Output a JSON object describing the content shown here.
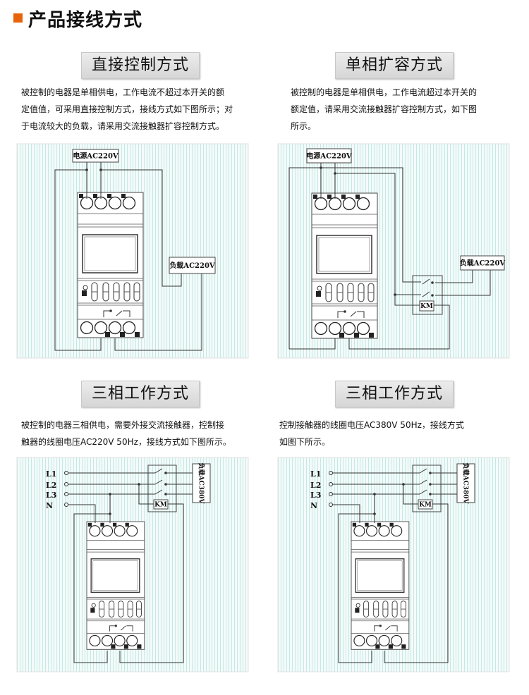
{
  "header": {
    "title": "产品接线方式"
  },
  "sections": [
    {
      "title": "直接控制方式",
      "desc": [
        "被控制的电器是单相供电，工作电流不超过本开关的额",
        "定值值，可采用直接控制方式，接线方式如下图所示；对",
        "于电流较大的负载，请采用交流接触器扩容控制方式。"
      ],
      "diagram": {
        "source": "电源AC220V",
        "load": "负载AC220V"
      }
    },
    {
      "title": "单相扩容方式",
      "desc": [
        "被控制的电器是单相供电，工作电流超过本开关的",
        "额定值，请采用交流接触器扩容控制方式，如下图",
        "所示。"
      ],
      "diagram": {
        "source": "电源AC220V",
        "load": "负载AC220V",
        "contactor": "KM"
      }
    },
    {
      "title": "三相工作方式",
      "desc": [
        "被控制的电器三相供电，需要外接交流接触器，控制接",
        "触器的线圈电压AC220V 50Hz，接线方式如下图所示。"
      ],
      "diagram": {
        "lines": [
          "L1",
          "L2",
          "L3",
          "N"
        ],
        "load": "负载AC380V",
        "contactor": "KM"
      }
    },
    {
      "title": "三相工作方式",
      "desc": [
        "控制接触器的线圈电压AC380V 50Hz，接线方式",
        "如图下所示。"
      ],
      "diagram": {
        "lines": [
          "L1",
          "L2",
          "L3",
          "N"
        ],
        "load": "负载AC380V",
        "contactor": "KM"
      }
    }
  ]
}
